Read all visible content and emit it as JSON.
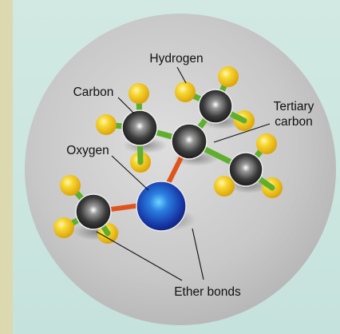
{
  "diagram": {
    "labels": {
      "hydrogen": "Hydrogen",
      "carbon": "Carbon",
      "tertiary_line1": "Tertiary",
      "tertiary_line2": "carbon",
      "oxygen": "Oxygen",
      "ether_bonds": "Ether bonds"
    },
    "colors": {
      "left_strip": "#dcd9b0",
      "background": "#cfe6e0",
      "disk": "#c6c6c6",
      "hydrogen": "#f2cc1a",
      "oxygen": "#1a45b8",
      "carbon": "#3a3a3a",
      "carbon_hydrogen_bond": "#5fae2e",
      "ether_bond": "#e0531c"
    }
  }
}
